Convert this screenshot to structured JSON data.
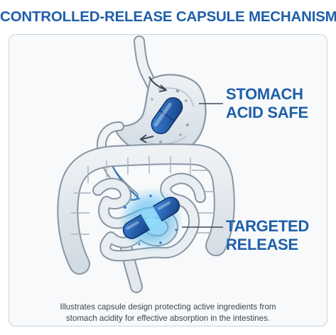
{
  "title": "CONTROLLED-RELEASE CAPSULE MECHANISM",
  "labels": {
    "stomach_line1": "STOMACH",
    "stomach_line2": "ACID SAFE",
    "release_line1": "TARGETED",
    "release_line2": "RELEASE"
  },
  "caption": {
    "line1": "Illustrates capsule design protecting active ingredients from",
    "line2": "stomach acidity for effective absorption in the intestines."
  },
  "colors": {
    "accent": "#1f5fa9",
    "capsule_blue": "#1e5db0",
    "glow": "#5fc8f5",
    "organ_fill": "#dfe6ec",
    "organ_stroke": "#8896a3"
  },
  "icons": [
    "capsule-icon",
    "arrow-icon"
  ]
}
